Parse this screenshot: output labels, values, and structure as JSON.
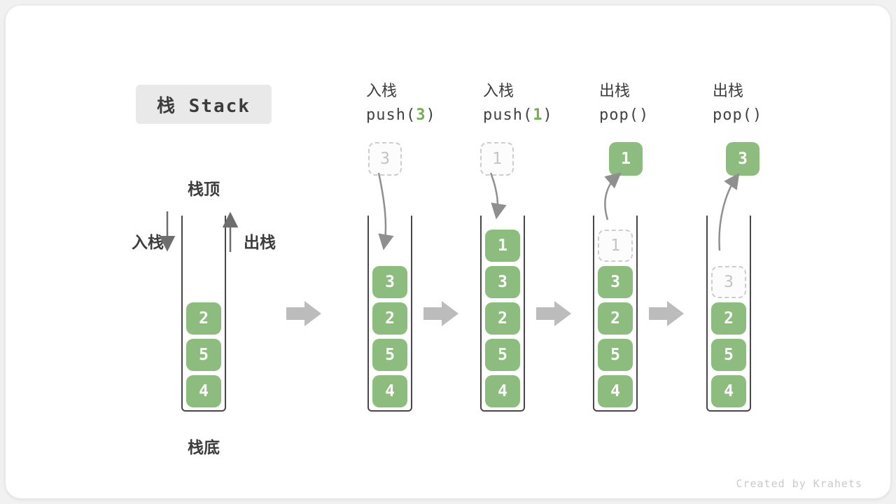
{
  "title": "栈 Stack",
  "side_labels": {
    "stack_top": "栈顶",
    "stack_bottom": "栈底",
    "push": "入栈",
    "pop": "出栈"
  },
  "operations": [
    {
      "name": "入栈",
      "code_prefix": "push(",
      "code_arg": "3",
      "code_suffix": ")"
    },
    {
      "name": "入栈",
      "code_prefix": "push(",
      "code_arg": "1",
      "code_suffix": ")"
    },
    {
      "name": "出栈",
      "code_prefix": "pop(",
      "code_arg": "",
      "code_suffix": ")"
    },
    {
      "name": "出栈",
      "code_prefix": "pop(",
      "code_arg": "",
      "code_suffix": ")"
    }
  ],
  "stacks": [
    {
      "cells": [
        "2",
        "5",
        "4"
      ]
    },
    {
      "cells": [
        "3",
        "2",
        "5",
        "4"
      ],
      "incoming": "3"
    },
    {
      "cells": [
        "1",
        "3",
        "2",
        "5",
        "4"
      ],
      "incoming": "1"
    },
    {
      "cells": [
        "3",
        "2",
        "5",
        "4"
      ],
      "ghost": "1",
      "outgoing": "1"
    },
    {
      "cells": [
        "2",
        "5",
        "4"
      ],
      "ghost": "3",
      "outgoing": "3"
    }
  ],
  "watermark": "Created by Krahets",
  "colors": {
    "cell_green": "#8cbd7e",
    "code_arg_green": "#74ad58",
    "flow_arrow_gray": "#bcbcbc",
    "motion_arrow_gray": "#8f8f8f",
    "ghost_border": "#cdcdcd",
    "title_bg": "#e9e9e9",
    "text_dark": "#3d3d3d"
  }
}
